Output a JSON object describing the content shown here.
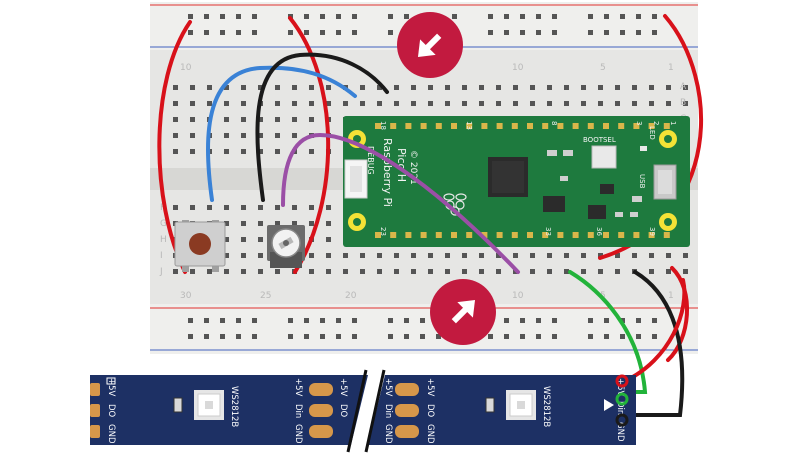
{
  "pico": {
    "name_line1": "Raspberry Pi",
    "name_line2": "Pico H",
    "year": "© 2021",
    "debug_label": "DEBUG",
    "bootsel_label": "BOOTSEL",
    "usb_label": "USB",
    "led_label": "LED",
    "pin_labels": [
      "18",
      "13",
      "8",
      "3",
      "2",
      "1",
      "23",
      "33",
      "36",
      "39"
    ]
  },
  "breadboard": {
    "column_numbers": [
      "30",
      "25",
      "20",
      "10",
      "5",
      "1"
    ],
    "top_numbers": [
      "10",
      "10",
      "5",
      "1"
    ],
    "row_letters_right": [
      "A",
      "B",
      "C",
      "D",
      "E"
    ],
    "row_letters_left": [
      "F",
      "G",
      "H",
      "I",
      "J"
    ]
  },
  "led_strip": {
    "chip_label": "WS2812B",
    "left_pins": [
      "+5V",
      "DO",
      "GND"
    ],
    "right_pins": [
      "+5V",
      "Din",
      "GND"
    ]
  },
  "colors": {
    "pico_green": "#1e7a3e",
    "strip_blue": "#1d3064",
    "arrow_crimson": "#c21a3f",
    "wire_red": "#d8111a",
    "wire_blue": "#3a82d6",
    "wire_black": "#1a1a1a",
    "wire_purple": "#9b4fa6",
    "wire_green": "#22b33a"
  }
}
